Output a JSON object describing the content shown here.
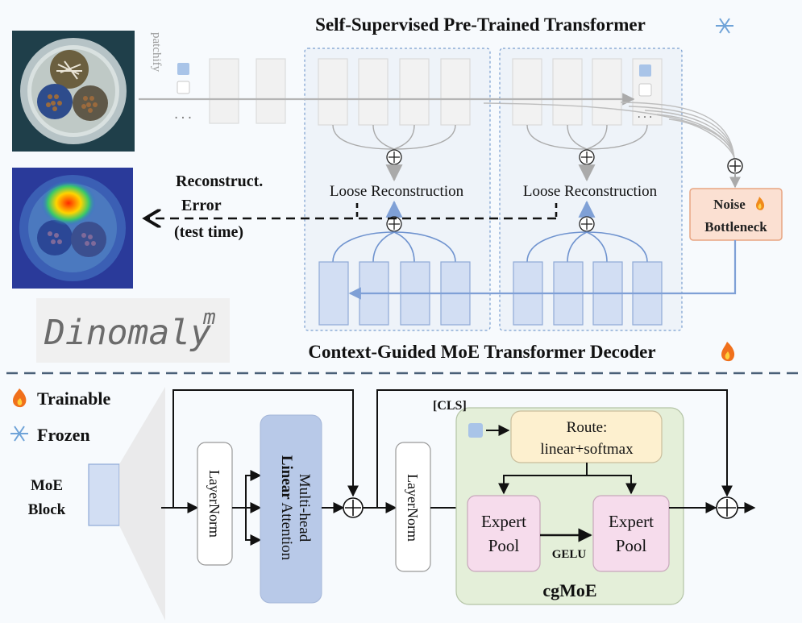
{
  "top_title": "Self-Supervised Pre-Trained Transformer",
  "bottom_title": "Context-Guided MoE Transformer Decoder",
  "patchify_label": "patchify",
  "loose_reconstruction": "Loose Reconstruction",
  "reconstruct_error": [
    "Reconstruct.",
    "Error",
    "(test time)"
  ],
  "noise_bottleneck": [
    "Noise",
    "Bottleneck"
  ],
  "logo_text": "Dinomaly",
  "logo_superscript": "m",
  "legend": {
    "trainable": "Trainable",
    "frozen": "Frozen"
  },
  "moe_block_label": [
    "MoE",
    "Block"
  ],
  "layernorm": "LayerNorm",
  "attention": {
    "line1": "Multi-head",
    "bold": "Linear",
    "rest": " Attention"
  },
  "cls_label": "[CLS]",
  "route": [
    "Route:",
    "linear+softmax"
  ],
  "expert_pool": [
    "Expert",
    "Pool"
  ],
  "gelu": "GELU",
  "cgmoe": "cgMoE",
  "dots": "...",
  "colors": {
    "patch_blue": "#a9c4e8",
    "decoder_fill": "#d2def3",
    "decoder_stroke": "#8faad6",
    "noise_fill": "#fbe0d2",
    "noise_stroke": "#e8a582",
    "cgmoe_fill": "#e4efd9",
    "route_fill": "#fdf0cf",
    "expert_fill": "#f6dcec",
    "attention_fill": "#b8c9e8",
    "arrow_blue": "#7fa0d6",
    "dash_divider": "#4a6078"
  },
  "icons": [
    "snowflake-icon",
    "fire-icon"
  ]
}
